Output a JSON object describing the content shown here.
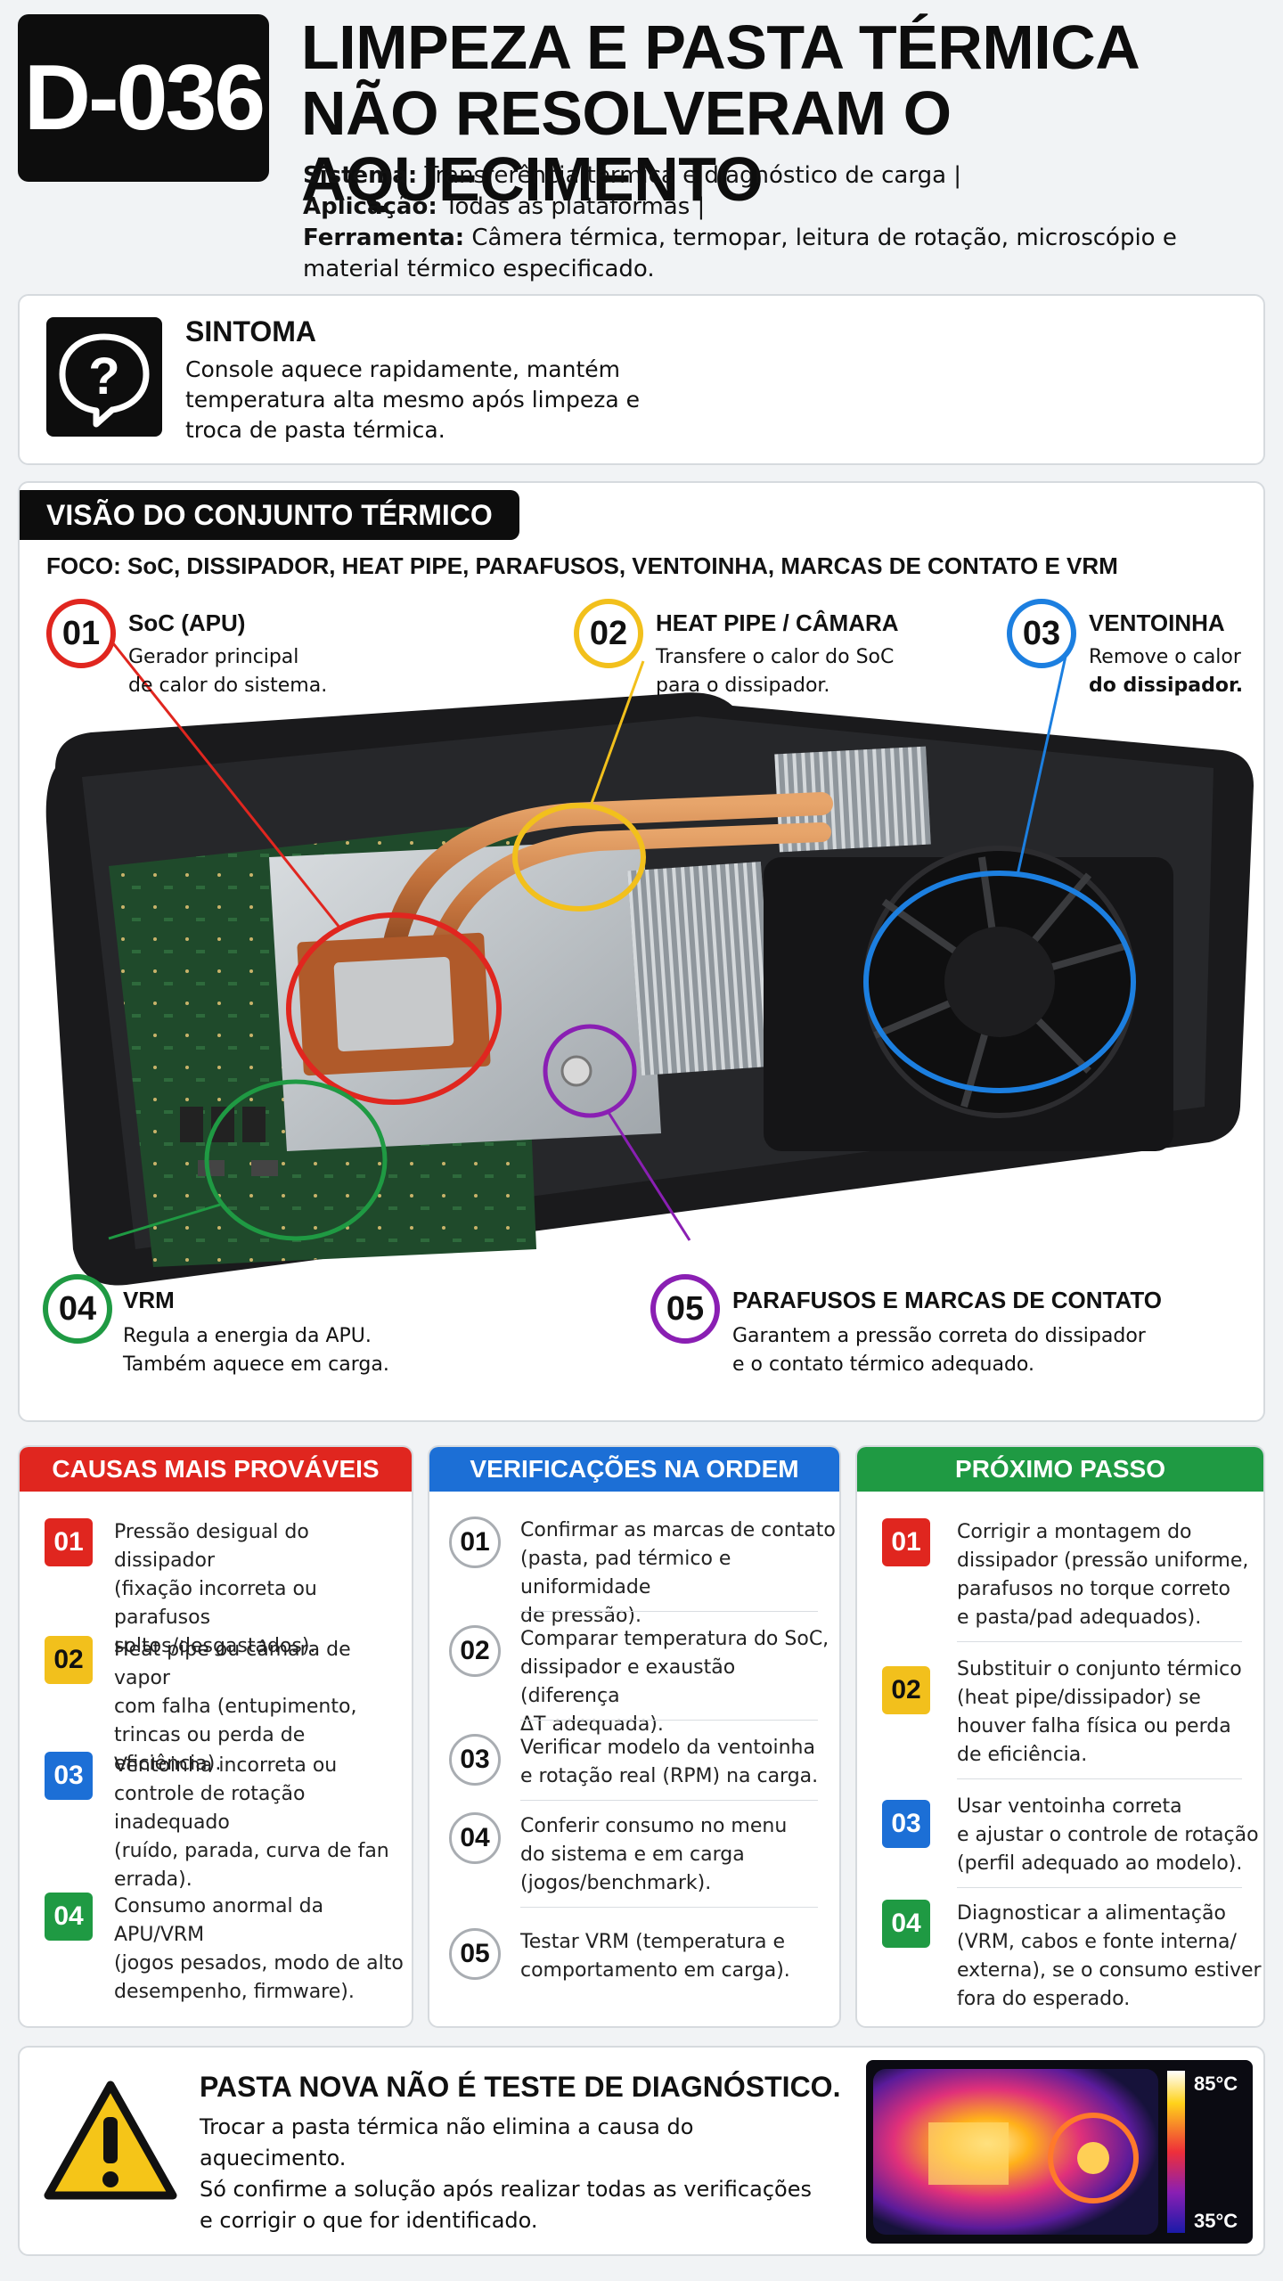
{
  "header": {
    "code": "D-036",
    "title_line1": "LIMPEZA E PASTA TÉRMICA",
    "title_line2": "NÃO RESOLVERAM O AQUECIMENTO",
    "system_label": "Sistema:",
    "system_value": " Transferência térmica e diagnóstico de carga |",
    "application_label": "Aplicação:",
    "application_value": " Todas as plataformas |",
    "tool_label": "Ferramenta:",
    "tool_value": " Câmera térmica, termopar, leitura de rotação, microscópio e material térmico especificado."
  },
  "symptom": {
    "icon": "question-bubble-icon",
    "title": "SINTOMA",
    "text": "Console aquece rapidamente, mantém temperatura alta mesmo após limpeza e troca de pasta térmica."
  },
  "overview": {
    "tag": "VISÃO DO CONJUNTO TÉRMICO",
    "focus": "FOCO: SoC, DISSIPADOR, HEAT PIPE, PARAFUSOS, VENTOINHA, MARCAS DE CONTATO E VRM",
    "callouts": [
      {
        "num": "01",
        "title": "SoC (APU)",
        "line1": "Gerador principal",
        "line2": "de calor do sistema.",
        "color": "#e0261f"
      },
      {
        "num": "02",
        "title": "HEAT PIPE / CÂMARA",
        "line1": "Transfere o calor do SoC",
        "line2": "para o dissipador.",
        "color": "#f2c01c"
      },
      {
        "num": "03",
        "title": "VENTOINHA",
        "line1": "Remove o calor",
        "line2": "do dissipador.",
        "color": "#1c7fe0"
      },
      {
        "num": "04",
        "title": "VRM",
        "line1": "Regula a energia da APU.",
        "line2": "Também aquece em carga.",
        "color": "#1f9a43"
      },
      {
        "num": "05",
        "title": "PARAFUSOS E MARCAS DE CONTATO",
        "line1": "Garantem a pressão correta do dissipador",
        "line2": "e o contato térmico adequado.",
        "color": "#8a1fb3"
      }
    ]
  },
  "causes": {
    "title": "CAUSAS MAIS PROVÁVEIS",
    "color": "#e0261f",
    "items": [
      {
        "num": "01",
        "color": "#e0261f",
        "lines": [
          "Pressão desigual do dissipador",
          "(fixação incorreta ou parafusos",
          "soltos/desgastados)."
        ]
      },
      {
        "num": "02",
        "color": "#f2c01c",
        "lines": [
          "Heat pipe ou câmara de vapor",
          "com falha (entupimento,",
          "trincas ou perda de eficiência)."
        ]
      },
      {
        "num": "03",
        "color": "#1c6fd6",
        "lines": [
          "Ventoinha incorreta ou",
          "controle de rotação inadequado",
          "(ruído, parada, curva de fan",
          "errada)."
        ]
      },
      {
        "num": "04",
        "color": "#1f9a43",
        "lines": [
          "Consumo anormal da APU/VRM",
          "(jogos pesados, modo de alto",
          "desempenho, firmware)."
        ]
      }
    ]
  },
  "checks": {
    "title": "VERIFICAÇÕES NA ORDEM",
    "color": "#1c6fd6",
    "items": [
      {
        "num": "01",
        "lines": [
          "Confirmar as marcas de contato",
          "(pasta, pad térmico e uniformidade",
          "de pressão)."
        ]
      },
      {
        "num": "02",
        "lines": [
          "Comparar temperatura do SoC,",
          "dissipador e exaustão (diferença",
          "ΔT adequada)."
        ]
      },
      {
        "num": "03",
        "lines": [
          "Verificar modelo da ventoinha",
          "e rotação real (RPM) na carga."
        ]
      },
      {
        "num": "04",
        "lines": [
          "Conferir consumo no menu",
          "do sistema e em carga",
          "(jogos/benchmark)."
        ]
      },
      {
        "num": "05",
        "lines": [
          "Testar VRM (temperatura e",
          "comportamento em carga)."
        ]
      }
    ]
  },
  "next": {
    "title": "PRÓXIMO PASSO",
    "color": "#1f9a43",
    "items": [
      {
        "num": "01",
        "color": "#e0261f",
        "lines": [
          "Corrigir a montagem do",
          "dissipador (pressão uniforme,",
          "parafusos no torque correto",
          "e pasta/pad adequados)."
        ]
      },
      {
        "num": "02",
        "color": "#f2c01c",
        "lines": [
          "Substituir o conjunto térmico",
          "(heat pipe/dissipador) se",
          "houver falha física ou perda",
          "de eficiência."
        ]
      },
      {
        "num": "03",
        "color": "#1c6fd6",
        "lines": [
          "Usar ventoinha correta",
          "e ajustar o controle de rotação",
          "(perfil adequado ao modelo)."
        ]
      },
      {
        "num": "04",
        "color": "#1f9a43",
        "lines": [
          "Diagnosticar a alimentação",
          "(VRM, cabos e fonte interna/",
          "externa), se o consumo estiver",
          "fora do esperado."
        ]
      }
    ]
  },
  "warning": {
    "icon": "warning-triangle-icon",
    "title": "PASTA NOVA NÃO É TESTE DE DIAGNÓSTICO.",
    "line1": "Trocar a pasta térmica não elimina a causa do aquecimento.",
    "line2": "Só confirme a solução após realizar todas as verificações",
    "line3": "e corrigir o que for identificado.",
    "scale_max": "85°C",
    "scale_min": "35°C"
  }
}
